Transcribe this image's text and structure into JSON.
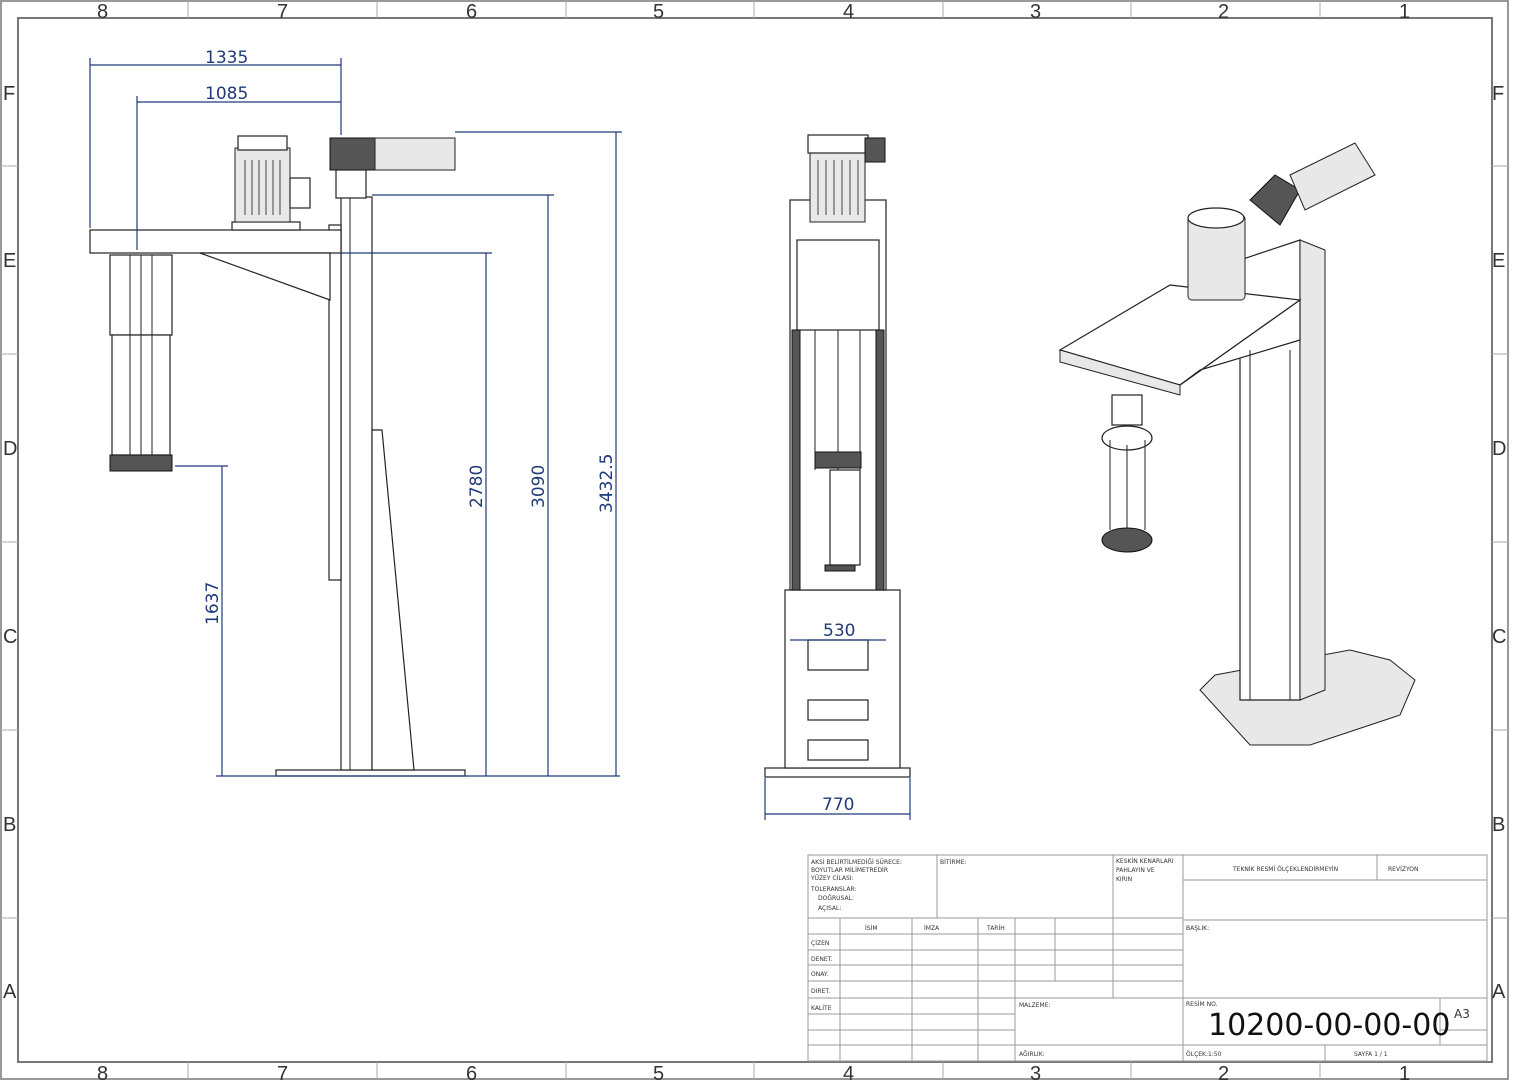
{
  "sheet": {
    "columns_top": [
      "8",
      "7",
      "6",
      "5",
      "4",
      "3",
      "2",
      "1"
    ],
    "rows_side": [
      "F",
      "E",
      "D",
      "C",
      "B",
      "A"
    ]
  },
  "dimensions": {
    "front": {
      "width_total": "1335",
      "width_shaft": "1085",
      "height_mixer": "1637",
      "height_arm": "2780",
      "height_column": "3090",
      "height_total": "3432.5"
    },
    "side": {
      "width_column": "530",
      "width_base": "770"
    }
  },
  "title_block": {
    "general_notes": [
      "AKSİ BELİRTİLMEDİĞİ SÜRECE:",
      "BOYUTLAR MİLİMETREDİR",
      "YÜZEY CİLASI:",
      "TOLERANSLAR:",
      "DOĞRUSAL:",
      "AÇISAL:"
    ],
    "finish_label": "BİTİRME:",
    "edges_note": [
      "KESKİN KENARLARI",
      "PAHLAYIN VE",
      "KIRIN"
    ],
    "scale_warning": "TEKNİK RESMİ ÖLÇEKLENDİRMEYİN",
    "revision_label": "REVİZYON",
    "columns": [
      "İSİM",
      "İMZA",
      "TARİH"
    ],
    "rows": [
      "ÇİZEN",
      "DENET.",
      "ONAY.",
      "DIRET.",
      "KALİTE"
    ],
    "material_label": "MALZEME:",
    "weight_label": "AĞIRLIK:",
    "title_label": "BAŞLIK:",
    "drawing_no_label": "RESİM NO.",
    "drawing_no": "10200-00-00-00",
    "sheet_size": "A3",
    "scale": "ÖLÇEK:1:50",
    "sheet": "SAYFA 1 / 1"
  },
  "colors": {
    "dimension": "#1f3a7a",
    "line": "#222222",
    "border": "#888888"
  }
}
